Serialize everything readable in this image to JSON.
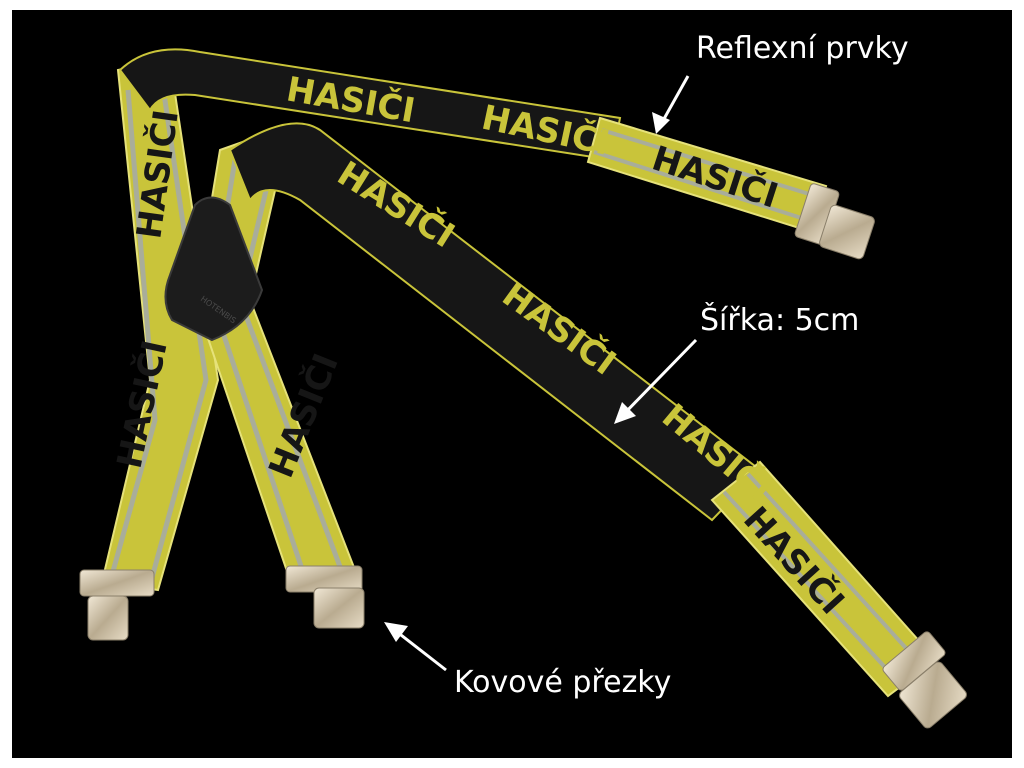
{
  "annotations": {
    "reflective": "Reflexní prvky",
    "width": "Šířka: 5cm",
    "clips": "Kovové přezky"
  },
  "strap_print": "HASIČI",
  "patch_mark": "HOTENBIS",
  "colors": {
    "background": "#000000",
    "strap_yellow": "#c9c43a",
    "strap_black": "#161616",
    "reflective_stripe": "#a9ad9a",
    "arrow": "#ffffff",
    "metal": "#d8cbb4"
  }
}
